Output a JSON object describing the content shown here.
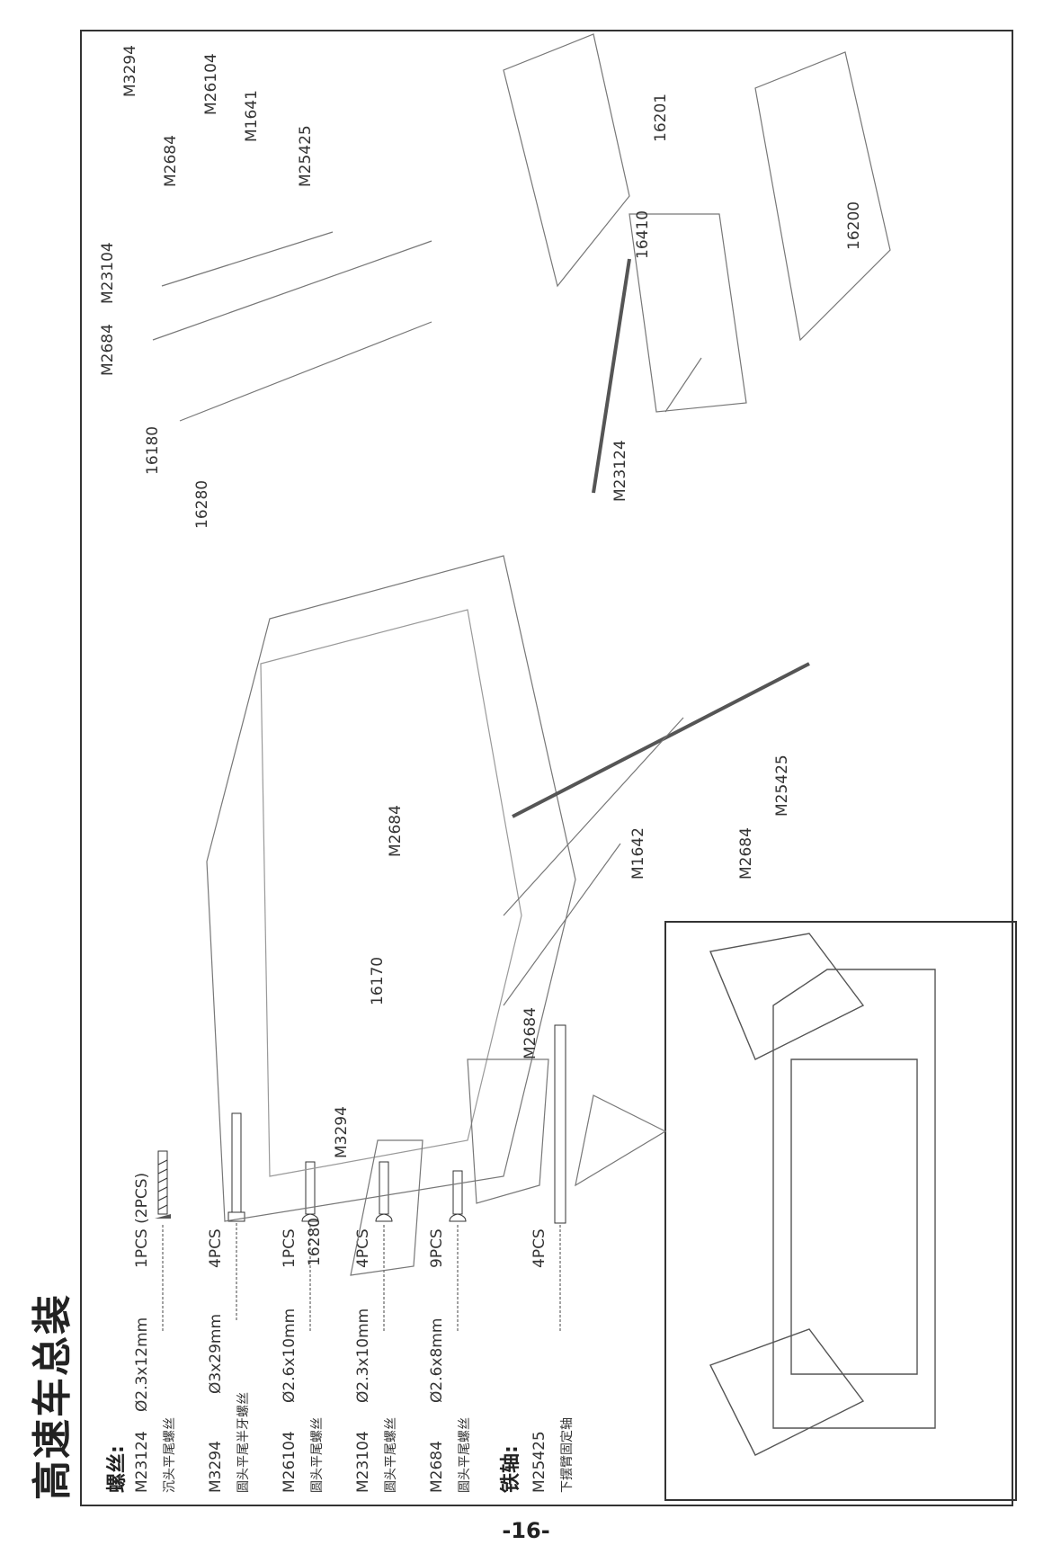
{
  "title": "高速车总装",
  "screws_header": "螺丝:",
  "screws": [
    {
      "code": "M23124",
      "size": "Ø2.3x12mm",
      "qty": "1PCS (2PCS)",
      "name": "沉头平尾螺丝"
    },
    {
      "code": "M3294",
      "size": "Ø3x29mm",
      "qty": "4PCS",
      "name": "圆头平尾半牙螺丝"
    },
    {
      "code": "M26104",
      "size": "Ø2.6x10mm",
      "qty": "1PCS",
      "name": "圆头平尾螺丝"
    },
    {
      "code": "M23104",
      "size": "Ø2.3x10mm",
      "qty": "4PCS",
      "name": "圆头平尾螺丝"
    },
    {
      "code": "M2684",
      "size": "Ø2.6x8mm",
      "qty": "9PCS",
      "name": "圆头平尾螺丝"
    }
  ],
  "shafts_header": "铁轴:",
  "shafts": [
    {
      "code": "M25425",
      "qty": "4PCS",
      "name": "下摆臂固定轴"
    }
  ],
  "part_labels": {
    "l_16280_a": "16280",
    "l_16180": "16180",
    "l_m2684_a": "M2684",
    "l_m23104": "M23104",
    "l_m2684_b": "M2684",
    "l_m3294_a": "M3294",
    "l_m26104": "M26104",
    "l_m1641": "M1641",
    "l_m25425_a": "M25425",
    "l_16201": "16201",
    "l_16410": "16410",
    "l_16200": "16200",
    "l_m23124": "M23124",
    "l_m25425_b": "M25425",
    "l_m1642": "M1642",
    "l_m2684_c": "M2684",
    "l_m2684_d": "M2684",
    "l_16170": "16170",
    "l_m2684_e": "M2684",
    "l_16280_b": "16280",
    "l_m3294_b": "M3294"
  },
  "page_number": "-16-"
}
